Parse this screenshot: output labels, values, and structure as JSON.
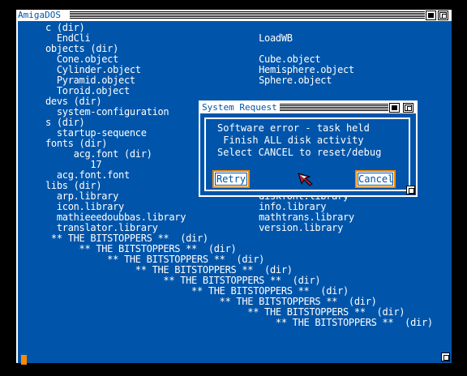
{
  "window": {
    "title": "AmigaDOS"
  },
  "console": {
    "lines": [
      "c (dir)",
      "  EndCli                              LoadWB",
      "objects (dir)",
      "  Cone.object                         Cube.object",
      "  Cylinder.object                     Hemisphere.object",
      "  Pyramid.object                      Sphere.object",
      "  Toroid.object",
      "devs (dir)",
      "  system-configuration",
      "s (dir)",
      "  startup-sequence",
      "fonts (dir)",
      "     acg.font (dir)",
      "        17",
      "  acg.font.font",
      "libs (dir)",
      "  arp.library                         diskfont.library",
      "  icon.library                        info.library",
      "  mathieeedoubbas.library             mathtrans.library",
      "  translator.library                  version.library",
      " ** THE BITSTOPPERS **  (dir)",
      "      ** THE BITSTOPPERS **  (dir)",
      "           ** THE BITSTOPPERS **  (dir)",
      "                ** THE BITSTOPPERS **  (dir)",
      "                     ** THE BITSTOPPERS **  (dir)",
      "                          ** THE BITSTOPPERS **  (dir)",
      "                               ** THE BITSTOPPERS **  (dir)",
      "                                    ** THE BITSTOPPERS **  (dir)",
      "                                         ** THE BITSTOPPERS **  (dir)"
    ]
  },
  "requester": {
    "title": "System Request",
    "message": [
      "Software error - task held",
      " Finish ALL disk activity",
      "Select CANCEL to reset/debug"
    ],
    "retry_label": "Retry",
    "cancel_label": "Cancel"
  },
  "colors": {
    "background": "#0055aa",
    "text": "#ffffff",
    "accent": "#ff8800",
    "pointer": "#aa2233"
  },
  "icons": [
    "depth-back-icon",
    "depth-front-icon",
    "resize-icon",
    "mouse-pointer-icon"
  ]
}
